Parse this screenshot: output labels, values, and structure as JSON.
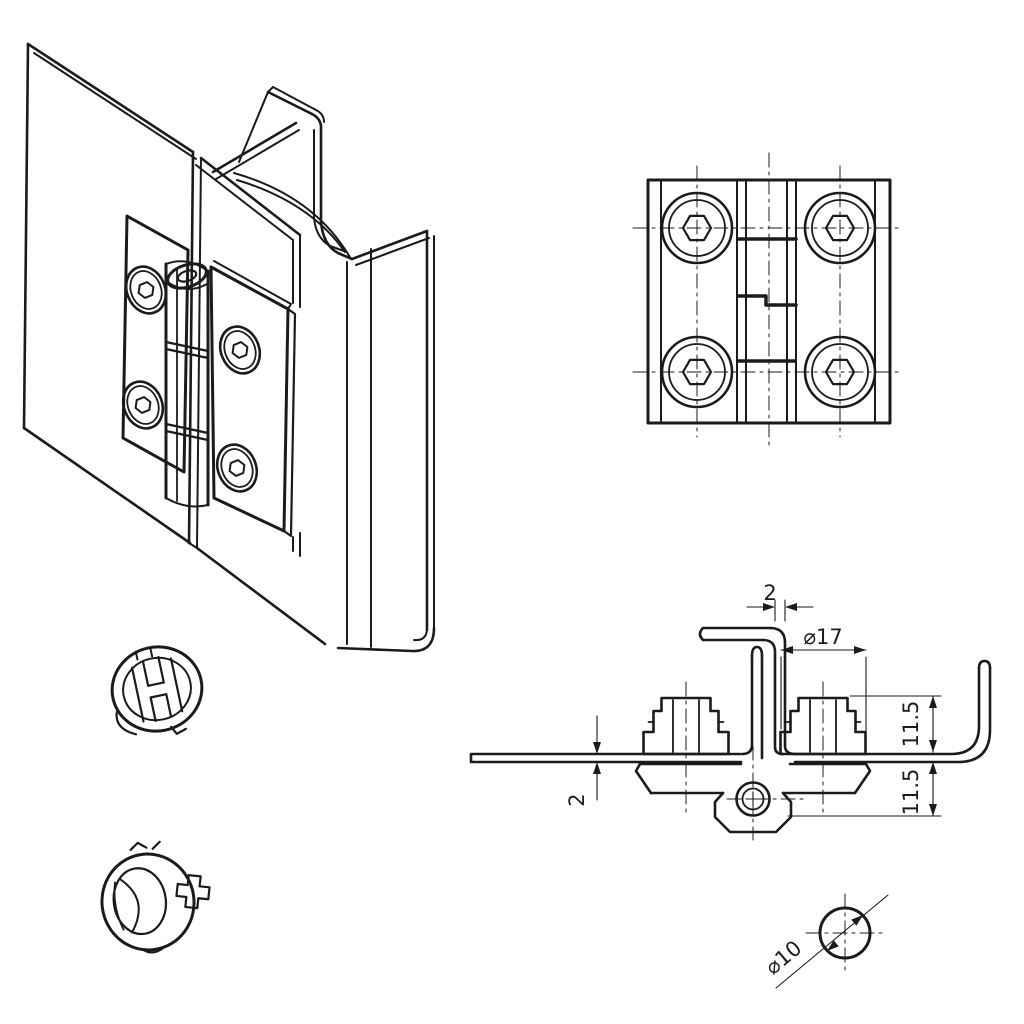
{
  "colors": {
    "background": "#ffffff",
    "line": "#1b1b1b"
  },
  "section_view": {
    "dimensions": {
      "flange_thickness": "2",
      "nut_diameter": "⌀17",
      "height_above_sheet": "11.5",
      "height_below_sheet": "11.5",
      "sheet_thickness": "2"
    }
  },
  "pin_detail_view": {
    "dimensions": {
      "pin_diameter": "⌀10"
    }
  }
}
